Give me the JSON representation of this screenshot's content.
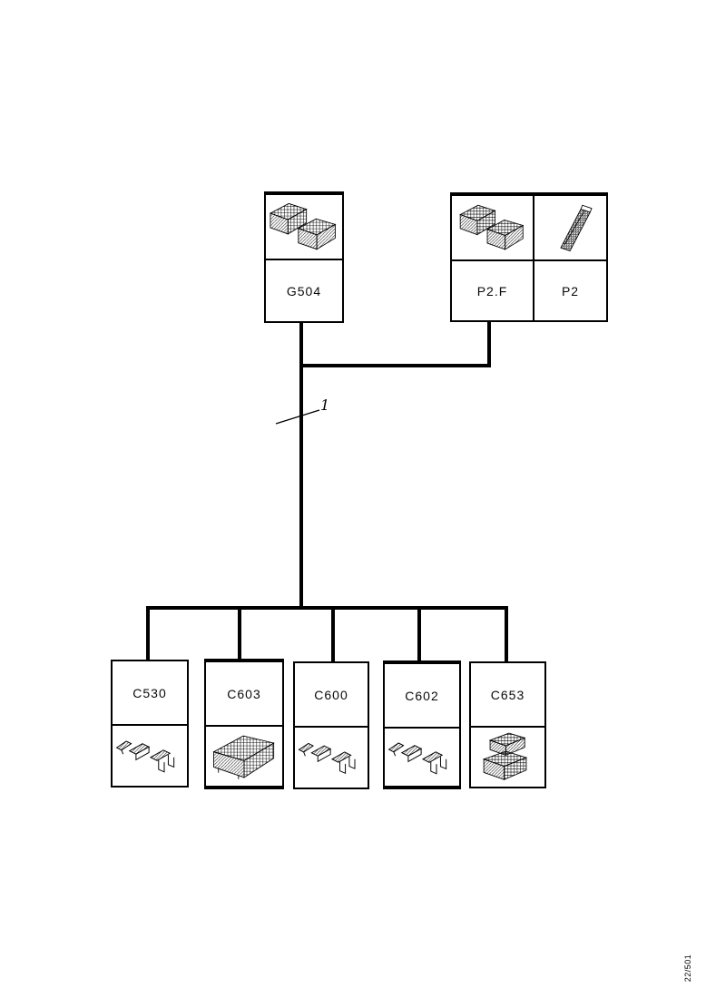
{
  "diagram": {
    "kind": "wiring-harness-connector-parts-diagram",
    "colors": {
      "line": "#000000",
      "background": "#ffffff"
    },
    "callout": {
      "label": "1"
    },
    "footer": {
      "doc_number": "22/501"
    },
    "top_boxes": [
      {
        "id": "G504",
        "label": "G504",
        "illustration": "dual-connector"
      },
      {
        "id": "P2.F",
        "label": "P2.F",
        "illustration": "dual-connector"
      },
      {
        "id": "P2",
        "label": "P2",
        "illustration": "panel-connector"
      }
    ],
    "bottom_boxes": [
      {
        "id": "C530",
        "label": "C530",
        "illustration": "terminal-chain"
      },
      {
        "id": "C603",
        "label": "C603",
        "illustration": "multi-pin-block"
      },
      {
        "id": "C600",
        "label": "C600",
        "illustration": "terminal-chain"
      },
      {
        "id": "C602",
        "label": "C602",
        "illustration": "terminal-chain"
      },
      {
        "id": "C653",
        "label": "C653",
        "illustration": "stacked-connector"
      }
    ]
  }
}
